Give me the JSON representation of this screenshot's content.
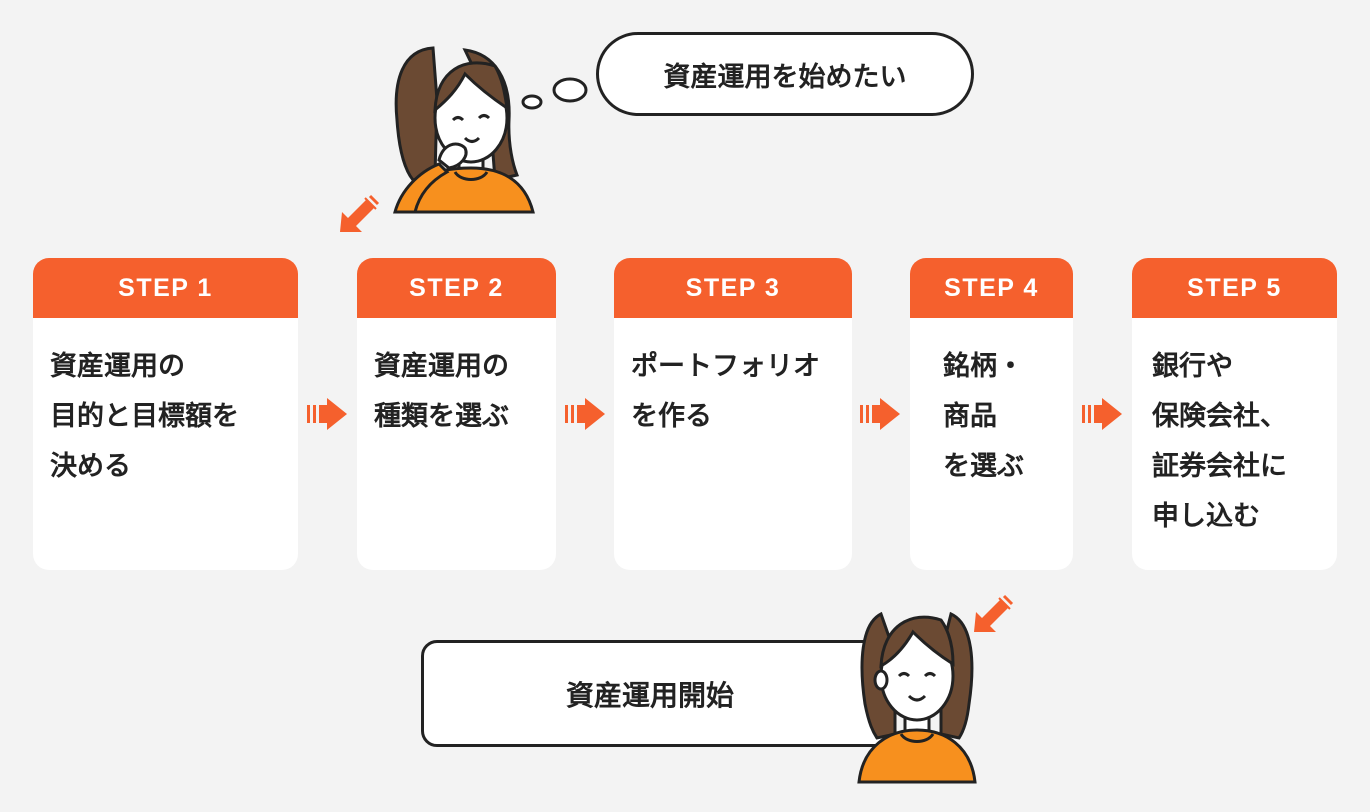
{
  "thought_bubble": {
    "text": "資産運用を始めたい"
  },
  "steps": [
    {
      "label": "STEP 1",
      "text": "資産運用の\n目的と目標額を\n決める"
    },
    {
      "label": "STEP 2",
      "text": "資産運用の\n種類を選ぶ"
    },
    {
      "label": "STEP 3",
      "text": "ポートフォリオ\nを作る"
    },
    {
      "label": "STEP 4",
      "text": "銘柄・\n商品\nを選ぶ"
    },
    {
      "label": "STEP 5",
      "text": "銀行や\n保険会社、\n証券会社に\n申し込む"
    }
  ],
  "result_bubble": {
    "text": "資産運用開始"
  },
  "colors": {
    "accent": "#f5602d",
    "shirt": "#f7901e",
    "hair": "#6b4a33",
    "background": "#f3f3f3"
  }
}
